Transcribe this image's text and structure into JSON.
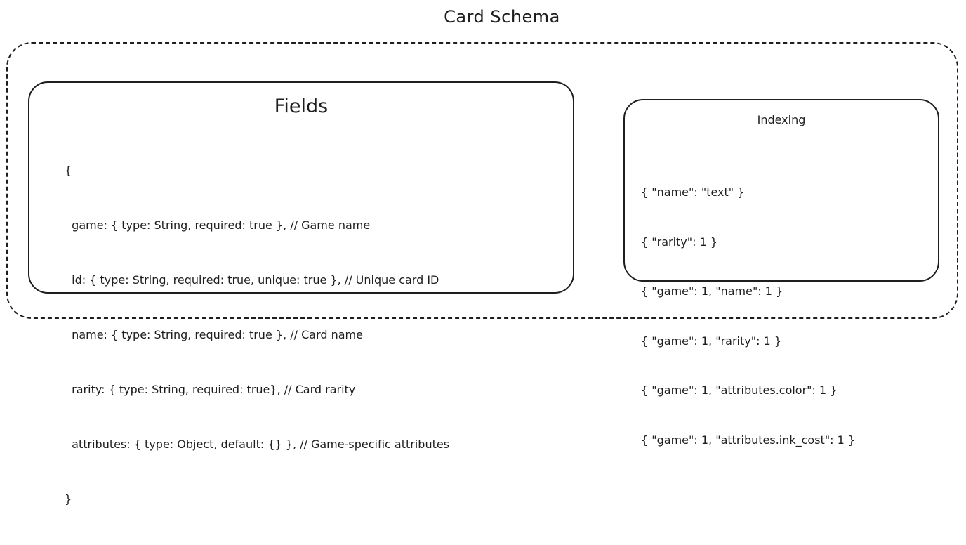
{
  "title": "Card Schema",
  "fields": {
    "title": "Fields",
    "lines": [
      "{",
      "  game: { type: String, required: true }, // Game name",
      "  id: { type: String, required: true, unique: true }, // Unique card ID",
      "  name: { type: String, required: true }, // Card name",
      "  rarity: { type: String, required: true}, // Card rarity",
      "  attributes: { type: Object, default: {} }, // Game-specific attributes",
      "}"
    ]
  },
  "indexing": {
    "title": "Indexing",
    "lines": [
      "{ \"name\": \"text\" }",
      "{ \"rarity\": 1 }",
      "{ \"game\": 1, \"name\": 1 }",
      "{ \"game\": 1, \"rarity\": 1 }",
      "{ \"game\": 1, \"attributes.color\": 1 }",
      "{ \"game\": 1, \"attributes.ink_cost\": 1 }"
    ]
  }
}
